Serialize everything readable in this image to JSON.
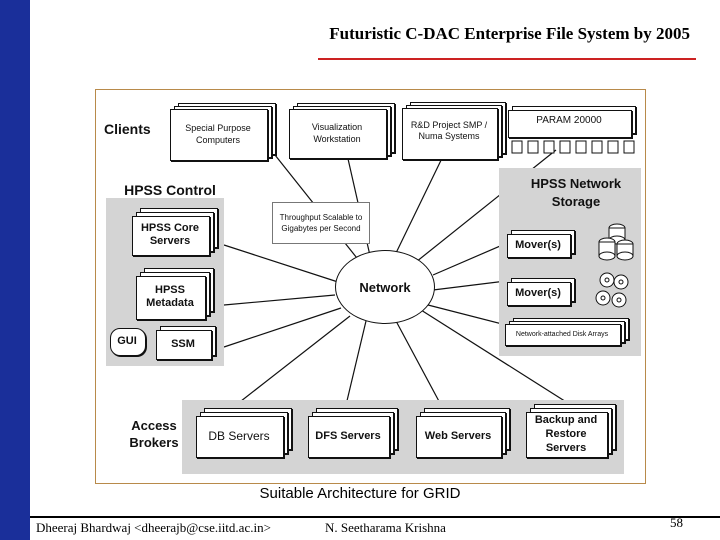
{
  "title": "Futuristic C-DAC Enterprise File System by 2005",
  "diagram": {
    "clients_heading": "Clients",
    "clients": [
      "Special Purpose Computers",
      "Visualization Workstation",
      "R&D Project SMP / Numa Systems",
      "PARAM 20000"
    ],
    "hpss_control_heading": "HPSS Control",
    "hpss_control": [
      "HPSS Core Servers",
      "HPSS Metadata",
      "GUI",
      "SSM"
    ],
    "throughput_note": "Throughput Scalable to Gigabytes per Second",
    "network": "Network",
    "storage_heading": "HPSS Network Storage",
    "movers": [
      "Mover(s)",
      "Mover(s)"
    ],
    "disk_arrays": "Network-attached Disk Arrays",
    "access_heading": "Access Brokers",
    "brokers": [
      "DB Servers",
      "DFS Servers",
      "Web Servers",
      "Backup and Restore Servers"
    ]
  },
  "caption": "Suitable Architecture for GRID",
  "footer": {
    "author1": "Dheeraj Bhardwaj <dheerajb@cse.iitd.ac.in>",
    "author2": "N. Seetharama Krishna",
    "page": "58"
  },
  "colors": {
    "left_bar": "#1a2f9a",
    "title_rule": "#cc2222",
    "panel": "#d4d4d4",
    "frame": "#b88a4a"
  }
}
